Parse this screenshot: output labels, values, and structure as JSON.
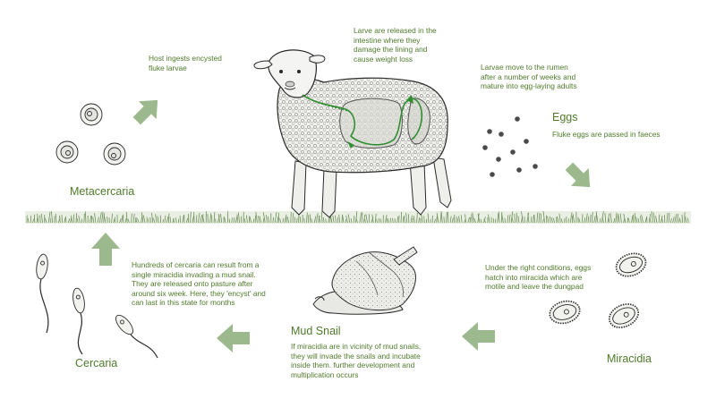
{
  "colors": {
    "text_green": "#4f7a2a",
    "arrow_green": "#9bb98c",
    "grass_green": "#6f8f5b",
    "intestine_green": "#2f8f2f",
    "ink": "#2a2a2a"
  },
  "stages": {
    "eggs": {
      "title": "Eggs",
      "desc": "Fluke eggs are passed in faeces"
    },
    "miracidia": {
      "title": "Miracidia",
      "desc": [
        "Under the right conditions, eggs",
        "hatch into miracida which are",
        "motile and leave the dungpad"
      ]
    },
    "mud_snail": {
      "title": "Mud Snail",
      "desc": [
        "If miracidia are in vicinity of mud snails,",
        "they will invade the snails and incubate",
        "inside them. further development and",
        "multiplication occurs"
      ]
    },
    "cercaria": {
      "title": "Cercaria",
      "desc": [
        "Hundreds of cercaria can result from a",
        "single miracidia invading a mud snail.",
        "They are released onto pasture after",
        "around six week. Here, they 'encyst' and",
        "can last in this state for months"
      ]
    },
    "metacercaria": {
      "title": "Metacercaria"
    },
    "host": {
      "desc": [
        "Host ingests encysted",
        "fluke larvae"
      ]
    },
    "intestine": {
      "desc": [
        "Larve are released in the",
        "intestine where they",
        "damage the lining and",
        "cause weight loss"
      ]
    },
    "rumen": {
      "desc": [
        "Larvae move to the rumen",
        "after a number of weeks and",
        "mature into egg-laying adults"
      ]
    }
  },
  "icons": {
    "flow_arrow": "flow-arrow-icon",
    "sheep": "sheep-illustration",
    "snail": "snail-illustration"
  }
}
